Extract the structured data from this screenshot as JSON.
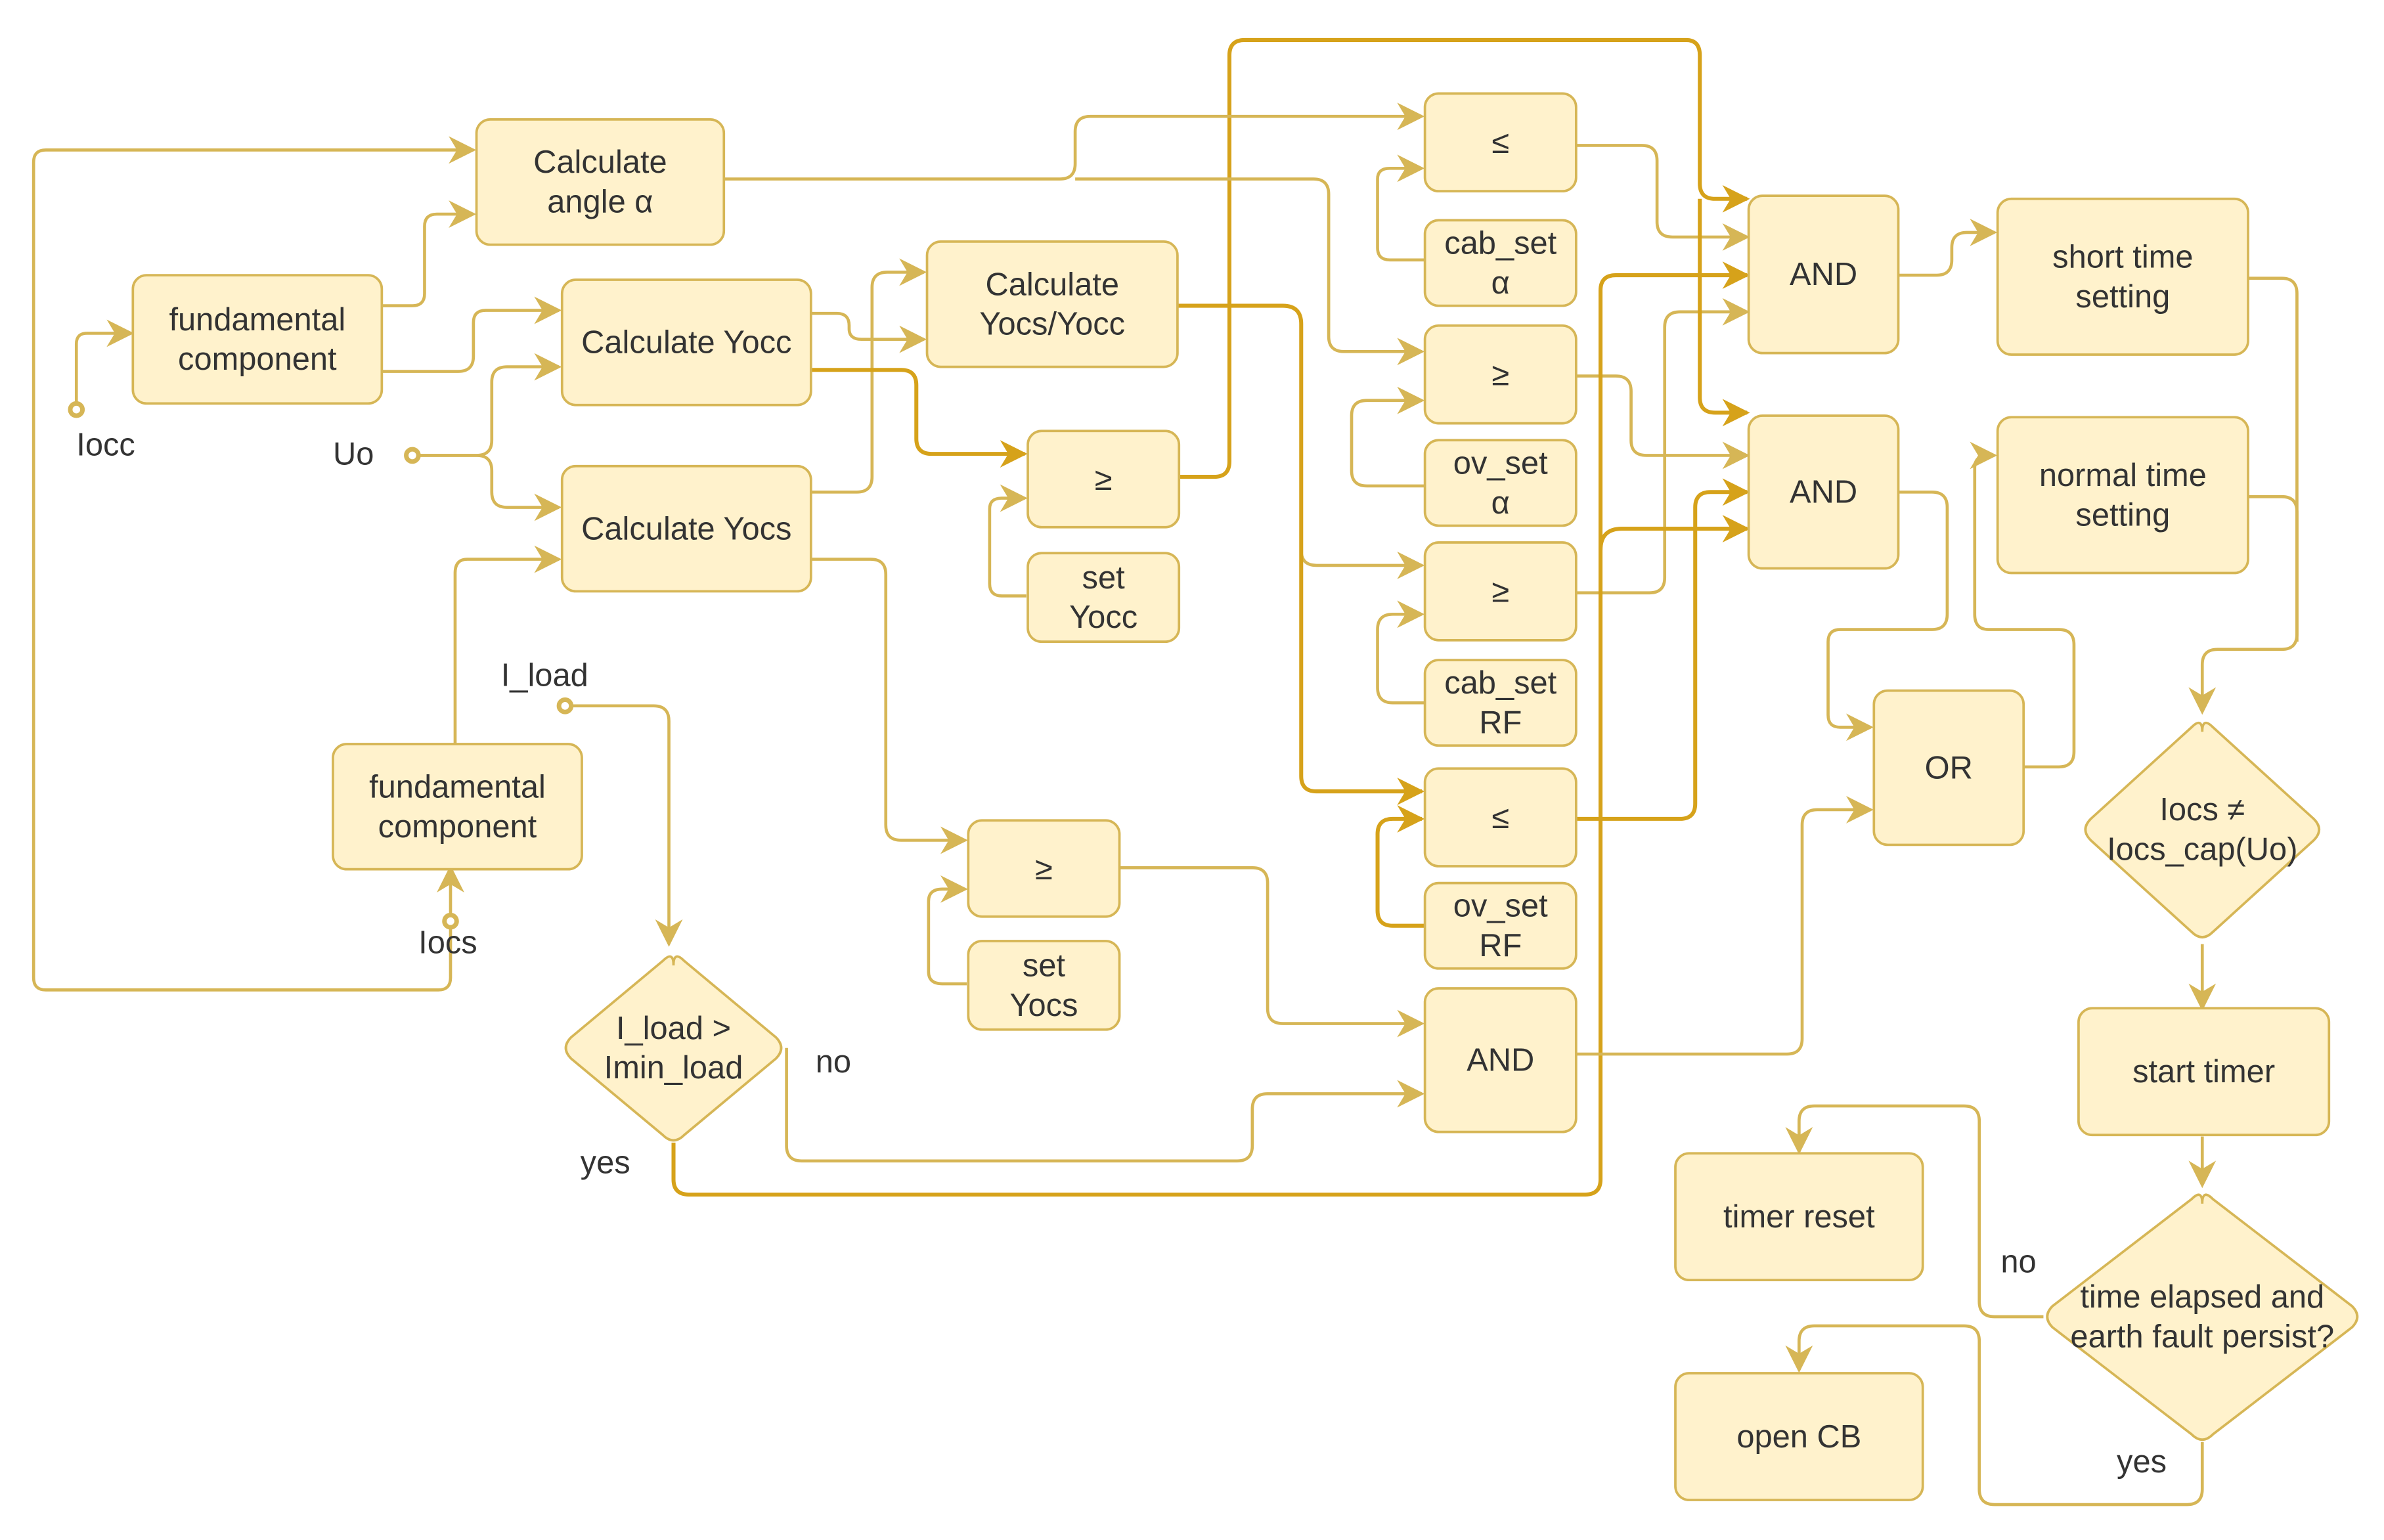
{
  "diagram": {
    "colors": {
      "fill": "#fff2cc",
      "stroke": "#d6b656",
      "line": "#d6b656",
      "line_bold": "#d6a21a",
      "text": "#333333"
    },
    "nodes": {
      "calc_angle": {
        "lines": [
          "Calculate",
          "angle α"
        ]
      },
      "fund_top": {
        "lines": [
          "fundamental",
          "component"
        ]
      },
      "calc_yocc": {
        "lines": [
          "Calculate Yocc"
        ]
      },
      "calc_yocs": {
        "lines": [
          "Calculate Yocs"
        ]
      },
      "calc_ratio": {
        "lines": [
          "Calculate",
          "Yocs/Yocc"
        ]
      },
      "ge_yocc": {
        "lines": [
          "≥"
        ]
      },
      "set_yocc": {
        "lines": [
          "set",
          "Yocc"
        ]
      },
      "fund_bottom": {
        "lines": [
          "fundamental",
          "component"
        ]
      },
      "ge_yocs": {
        "lines": [
          "≥"
        ]
      },
      "set_yocs": {
        "lines": [
          "set",
          "Yocs"
        ]
      },
      "le_1": {
        "lines": [
          "≤"
        ]
      },
      "cab_set_a": {
        "lines": [
          "cab_set",
          "α"
        ]
      },
      "ge_1": {
        "lines": [
          "≥"
        ]
      },
      "ov_set_a": {
        "lines": [
          "ov_set",
          "α"
        ]
      },
      "ge_2": {
        "lines": [
          "≥"
        ]
      },
      "cab_set_rf": {
        "lines": [
          "cab_set",
          "RF"
        ]
      },
      "le_2": {
        "lines": [
          "≤"
        ]
      },
      "ov_set_rf": {
        "lines": [
          "ov_set",
          "RF"
        ]
      },
      "and_bottom": {
        "lines": [
          "AND"
        ]
      },
      "and_top": {
        "lines": [
          "AND"
        ]
      },
      "and_mid": {
        "lines": [
          "AND"
        ]
      },
      "short_time": {
        "lines": [
          "short time",
          "setting"
        ]
      },
      "normal_time": {
        "lines": [
          "normal time",
          "setting"
        ]
      },
      "or_gate": {
        "lines": [
          "OR"
        ]
      },
      "dec_iocs": {
        "lines": [
          "Iocs ≠",
          "Iocs_cap(Uo)"
        ]
      },
      "start_timer": {
        "lines": [
          "start timer"
        ]
      },
      "dec_time": {
        "lines": [
          "time elapsed and",
          "earth fault persist?"
        ]
      },
      "timer_reset": {
        "lines": [
          "timer reset"
        ]
      },
      "open_cb": {
        "lines": [
          "open CB"
        ]
      },
      "dec_iload": {
        "lines": [
          "I_load >",
          "Imin_load"
        ]
      }
    },
    "labels": {
      "iocc": "Iocc",
      "uo": "Uo",
      "i_load": "I_load",
      "iocs": "Iocs",
      "no_iload": "no",
      "yes_iload": "yes",
      "no_time": "no",
      "yes_time": "yes"
    }
  }
}
